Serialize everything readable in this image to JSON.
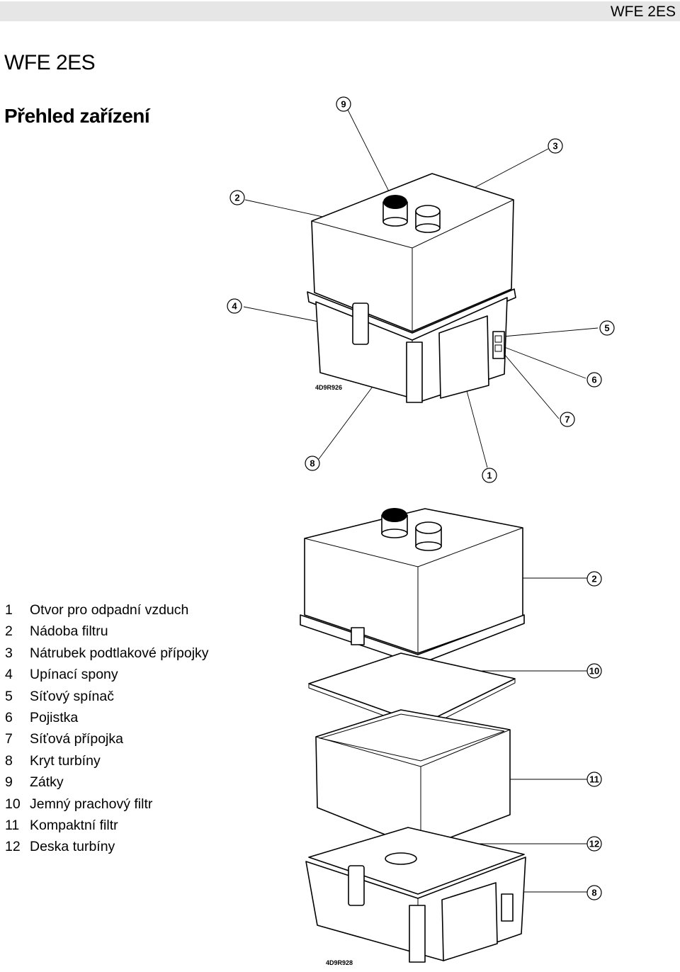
{
  "header": {
    "title": "WFE 2ES"
  },
  "document": {
    "title": "WFE 2ES",
    "section_title": "Přehled zařízení"
  },
  "figure1": {
    "image_code": "4D9R926",
    "callouts": [
      "9",
      "3",
      "2",
      "4",
      "5",
      "6",
      "7",
      "8",
      "1"
    ]
  },
  "figure2": {
    "image_code": "4D9R928",
    "callouts": [
      "2",
      "10",
      "11",
      "12",
      "8"
    ]
  },
  "legend": [
    {
      "num": "1",
      "label": "Otvor pro odpadní vzduch"
    },
    {
      "num": "2",
      "label": "Nádoba filtru"
    },
    {
      "num": "3",
      "label": "Nátrubek podtlakové přípojky"
    },
    {
      "num": "4",
      "label": "Upínací spony"
    },
    {
      "num": "5",
      "label": "Síťový spínač"
    },
    {
      "num": "6",
      "label": "Pojistka"
    },
    {
      "num": "7",
      "label": "Síťová přípojka"
    },
    {
      "num": "8",
      "label": "Kryt turbíny"
    },
    {
      "num": "9",
      "label": "Zátky"
    },
    {
      "num": "10",
      "label": "Jemný prachový filtr"
    },
    {
      "num": "11",
      "label": "Kompaktní filtr"
    },
    {
      "num": "12",
      "label": "Deska turbíny"
    }
  ]
}
